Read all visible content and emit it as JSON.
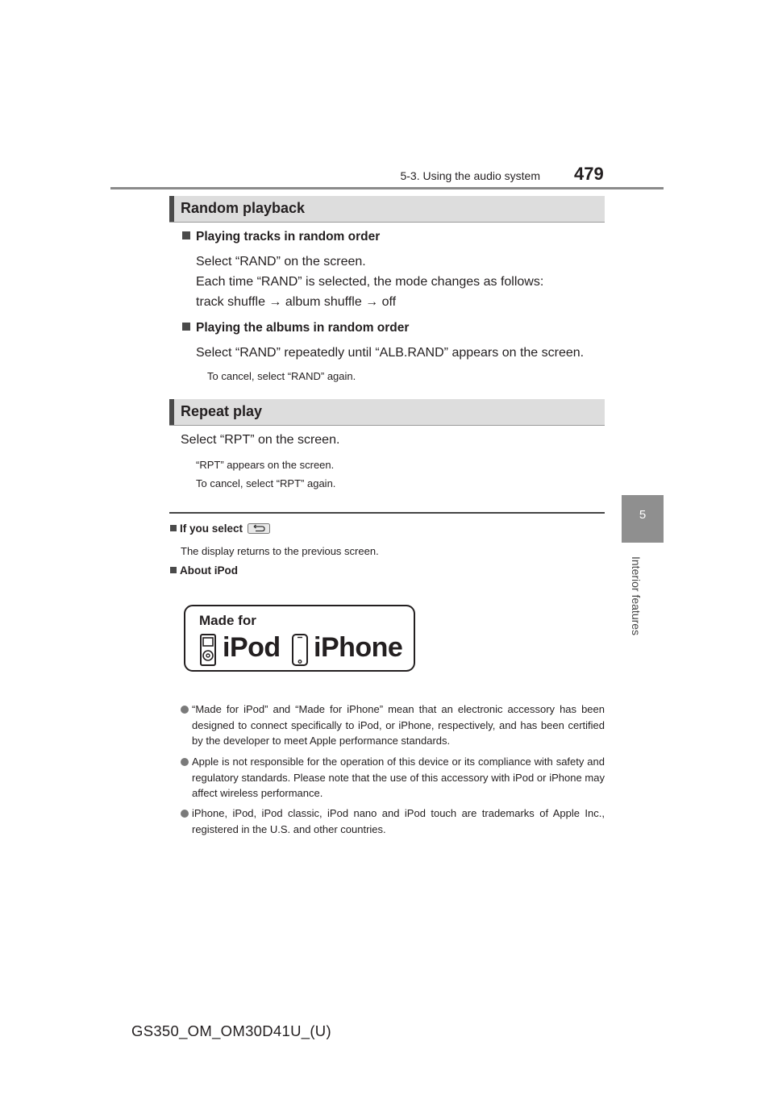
{
  "header": {
    "section": "5-3. Using the audio system",
    "page_number": "479"
  },
  "side_tab": {
    "number": "5",
    "label": "Interior features"
  },
  "random_playback": {
    "title": "Random playback",
    "item1": {
      "heading": "Playing tracks in random order",
      "line1": "Select “RAND” on the screen.",
      "line2": "Each time “RAND” is selected, the mode changes as follows:",
      "line3": "track shuffle → album shuffle → off"
    },
    "item2": {
      "heading": "Playing the albums in random order",
      "line1": "Select “RAND” repeatedly until “ALB.RAND” appears on the screen.",
      "note": "To cancel, select “RAND” again."
    }
  },
  "repeat_play": {
    "title": "Repeat play",
    "line1": "Select “RPT” on the screen.",
    "note1": "“RPT” appears on the screen.",
    "note2": "To cancel, select “RPT” again."
  },
  "notes": {
    "if_select": {
      "heading": "If you select",
      "icon": "back-arrow-icon",
      "text": "The display returns to the previous screen."
    },
    "about_ipod": {
      "heading": "About iPod"
    }
  },
  "badge": {
    "made_for": "Made for",
    "ipod": "iPod",
    "iphone": "iPhone"
  },
  "bullets": [
    "“Made for iPod” and “Made for iPhone” mean that an electronic accessory has been designed to connect specifically to iPod, or iPhone, respectively, and has been certified by the developer to meet Apple performance standards.",
    "Apple is not responsible for the operation of this device or its compliance with safety and regulatory standards. Please note that the use of this accessory with iPod or iPhone may affect wireless performance.",
    "iPhone, iPod, iPod classic, iPod nano and iPod touch are trademarks of Apple Inc., registered in the U.S. and other countries."
  ],
  "footer": {
    "code": "GS350_OM_OM30D41U_(U)"
  }
}
